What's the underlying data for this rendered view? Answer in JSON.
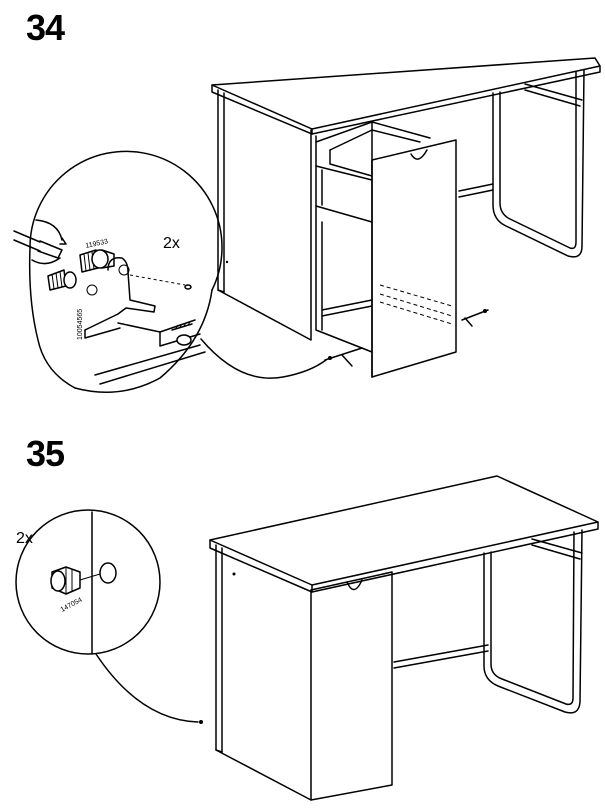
{
  "steps": [
    {
      "number": "34",
      "quantity": "2x",
      "parts": [
        "119533",
        "10054565"
      ]
    },
    {
      "number": "35",
      "quantity": "2x",
      "parts": [
        "147054"
      ]
    }
  ]
}
